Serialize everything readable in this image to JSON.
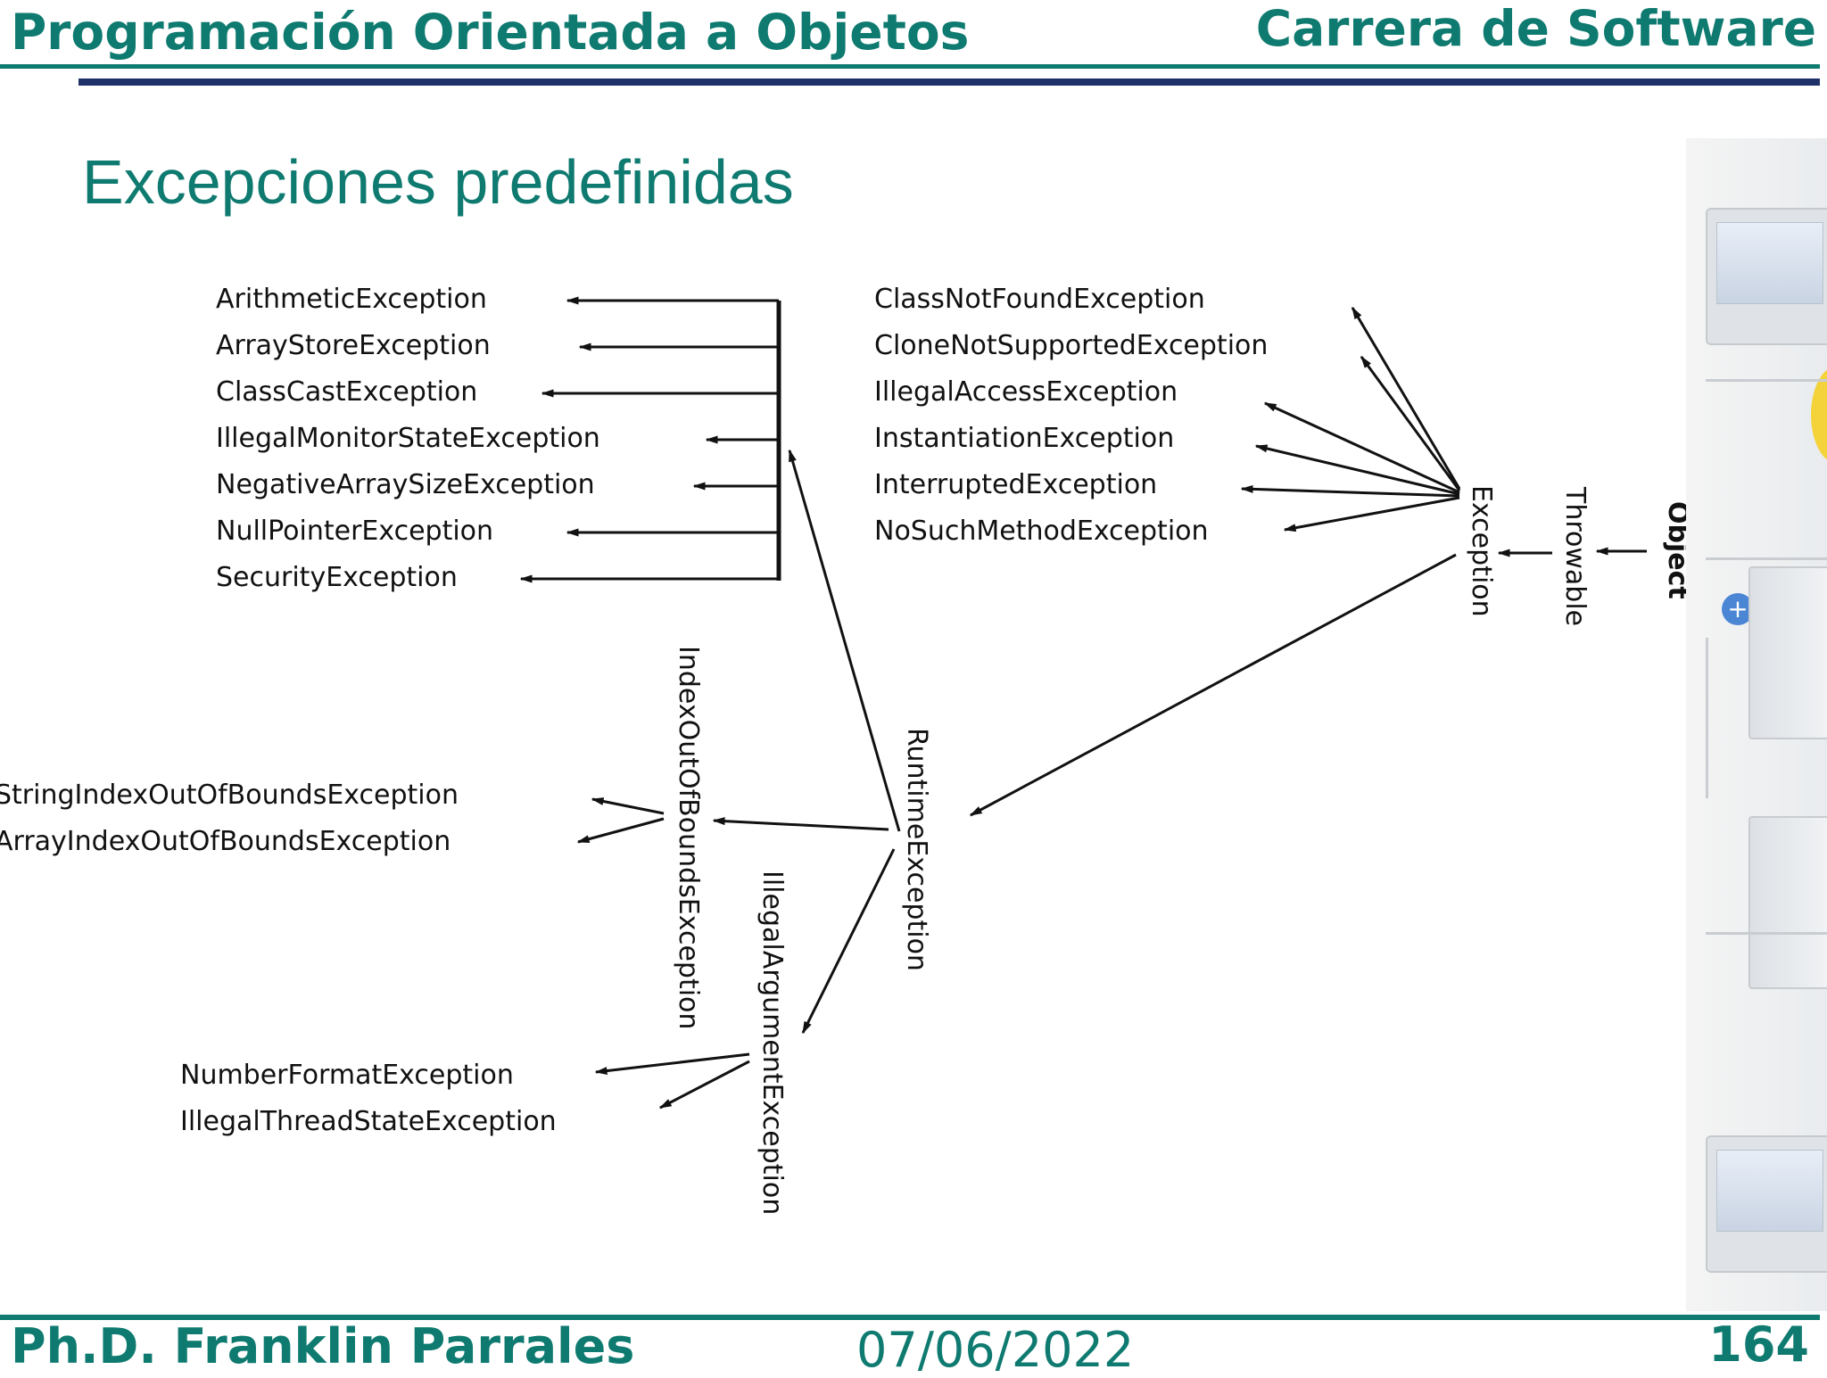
{
  "header": {
    "course": "Programación Orientada a Objetos",
    "program": "Carrera de Software"
  },
  "slide": {
    "title": "Excepciones predefinidas"
  },
  "diagram": {
    "root": "Object",
    "throwable": "Throwable",
    "exception": "Exception",
    "runtime": "RuntimeException",
    "index_out_of_bounds": "IndexOutOfBoundsException",
    "illegal_argument": "IllegalArgumentException",
    "runtime_children": [
      "ArithmeticException",
      "ArrayStoreException",
      "ClassCastException",
      "IllegalMonitorStateException",
      "NegativeArraySizeException",
      "NullPointerException",
      "SecurityException"
    ],
    "checked_children": [
      "ClassNotFoundException",
      "CloneNotSupportedException",
      "IllegalAccessException",
      "InstantiationException",
      "InterruptedException",
      "NoSuchMethodException"
    ],
    "index_children": [
      "StringIndexOutOfBoundsException",
      "ArrayIndexOutOfBoundsException"
    ],
    "argument_children": [
      "NumberFormatException",
      "IllegalThreadStateException"
    ]
  },
  "footer": {
    "author": "Ph.D. Franklin Parrales",
    "date": "07/06/2022",
    "page": "164"
  }
}
